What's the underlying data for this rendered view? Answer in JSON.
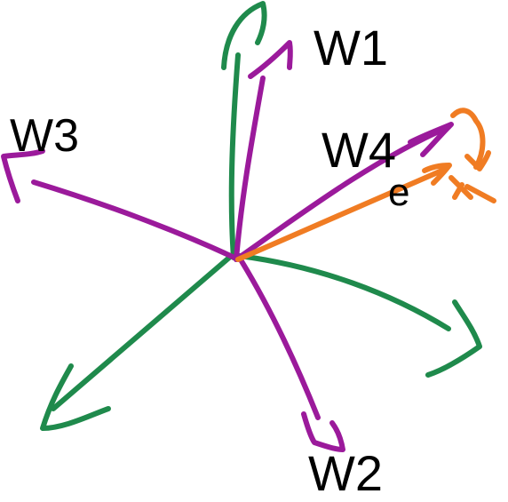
{
  "labels": {
    "w1": "W1",
    "w2": "W2",
    "w3": "W3",
    "w4": "W4",
    "e": "e"
  },
  "colors": {
    "background": "#ffffff",
    "weight_vector": "#9b1a9b",
    "negative_vector": "#1f8a4c",
    "error_vector": "#f07c23",
    "text": "#000000"
  }
}
